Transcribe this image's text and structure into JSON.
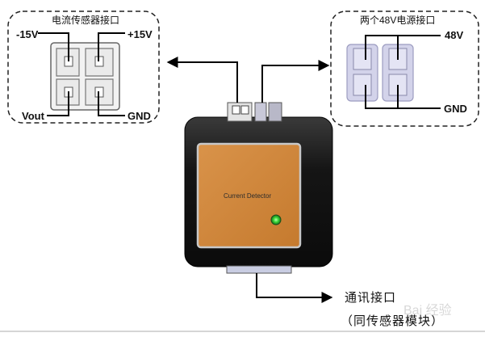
{
  "left_connector": {
    "title": "电流传感器接口",
    "pins": {
      "top_left": "-15V",
      "top_right": "+15V",
      "bottom_left": "Vout",
      "bottom_right": "GND"
    }
  },
  "right_connector": {
    "title": "两个48V电源接口",
    "pins": {
      "top": "48V",
      "bottom": "GND"
    }
  },
  "device": {
    "label": "Current Detector",
    "body_color": "#1a1a1a",
    "panel_color": "#d38a3d",
    "led_color": "#3ddc3d"
  },
  "comm_port": {
    "line1": "通讯接口",
    "line2": "（同传感器模块）"
  },
  "watermark": "Bai 经验"
}
